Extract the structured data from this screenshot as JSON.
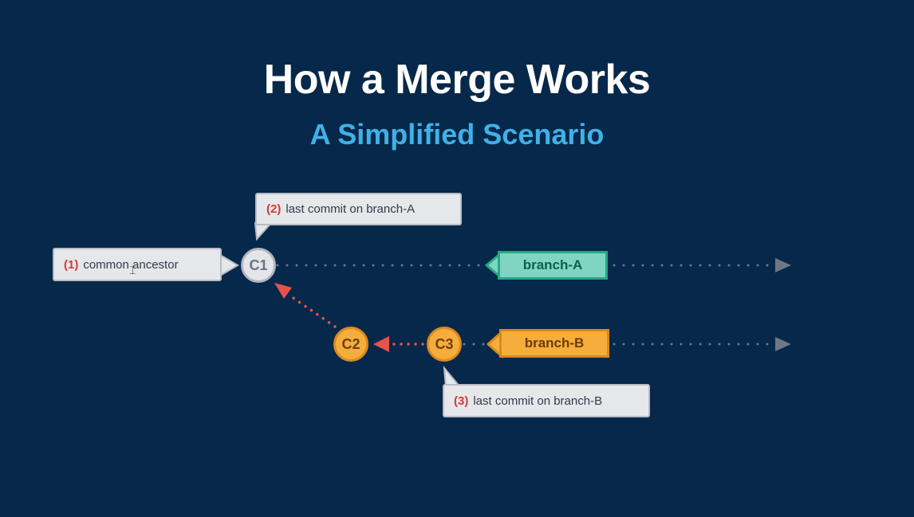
{
  "slide": {
    "title": "How a Merge Works",
    "subtitle": "A Simplified Scenario"
  },
  "callouts": {
    "ancestor": {
      "num": "(1)",
      "text": "common ancestor"
    },
    "last_a": {
      "num": "(2)",
      "text": "last commit on branch-A"
    },
    "last_b": {
      "num": "(3)",
      "text": "last commit on branch-B"
    }
  },
  "commits": {
    "c1": "C1",
    "c2": "C2",
    "c3": "C3"
  },
  "branches": {
    "a": "branch-A",
    "b": "branch-B"
  },
  "colors": {
    "background": "#06284a",
    "subtitle": "#3fb1e6",
    "branch_a": "#7fd5c1",
    "branch_b": "#f6ad3c",
    "merge_arrow": "#e5534b",
    "callout_number": "#d23a37"
  }
}
